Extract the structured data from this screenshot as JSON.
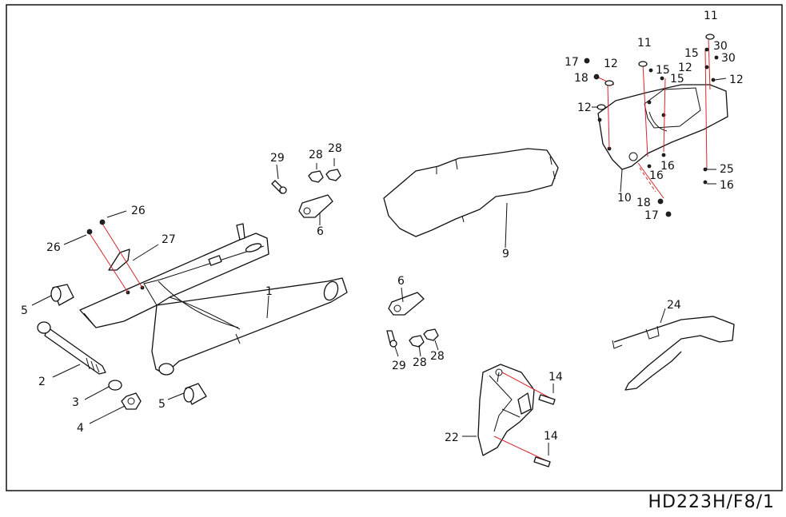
{
  "drawing_ref": "HD223H/F8/1",
  "callouts": {
    "c1": "1",
    "c2": "2",
    "c3": "3",
    "c4": "4",
    "c5a": "5",
    "c5b": "5",
    "c6a": "6",
    "c6b": "6",
    "c9": "9",
    "c10": "10",
    "c11a": "11",
    "c11b": "11",
    "c12a": "12",
    "c12b": "12",
    "c12c": "12",
    "c12d": "12",
    "c14a": "14",
    "c14b": "14",
    "c15a": "15",
    "c15b": "15",
    "c15c": "15",
    "c16a": "16",
    "c16b": "16",
    "c16c": "16",
    "c17a": "17",
    "c17b": "17",
    "c18a": "18",
    "c18b": "18",
    "c22": "22",
    "c24": "24",
    "c25": "25",
    "c26a": "26",
    "c26b": "26",
    "c27": "27",
    "c28a": "28",
    "c28b": "28",
    "c28c": "28",
    "c28d": "28",
    "c29a": "29",
    "c29b": "29",
    "c30a": "30",
    "c30b": "30"
  }
}
